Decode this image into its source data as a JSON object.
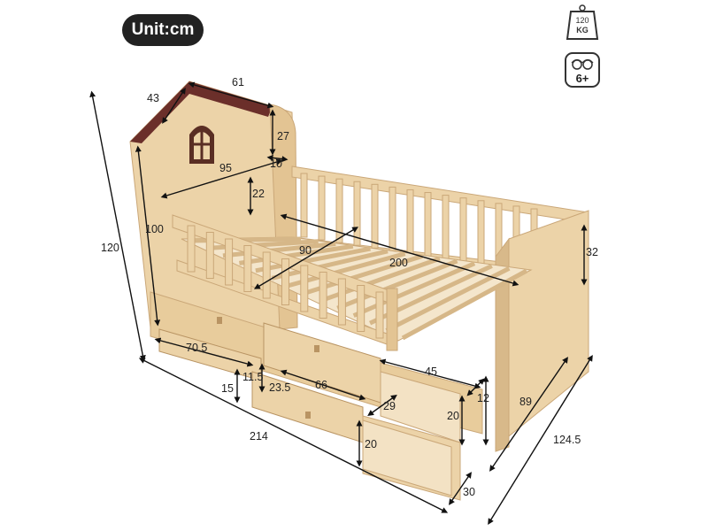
{
  "unit_label": "Unit:cm",
  "weight_icon": {
    "value": "120",
    "unit": "KG"
  },
  "age_icon": {
    "label": "6+"
  },
  "dimensions": {
    "roof_depth": "43",
    "roof_width": "61",
    "roof_height": "27",
    "head_offset": "10",
    "head_width": "95",
    "window_drop": "22",
    "head_height": "100",
    "total_height": "120",
    "rail_length": "90",
    "bed_length": "200",
    "foot_height": "32",
    "drawer_width": "70.5",
    "drawer_height": "15",
    "drawer_gap": "11.5",
    "drawer_inner": "23.5",
    "drawer_depth": "66",
    "step_width": "45",
    "step_side": "12",
    "step_depth": "29",
    "step_height_upper": "20",
    "step_height_lower": "20",
    "total_length": "214",
    "side_height": "89",
    "total_width": "124.5",
    "base_depth": "30"
  },
  "colors": {
    "wood": "#ecd3a8",
    "wood_dark": "#c9a574",
    "roof": "#6b2f2a",
    "line": "#111111"
  }
}
